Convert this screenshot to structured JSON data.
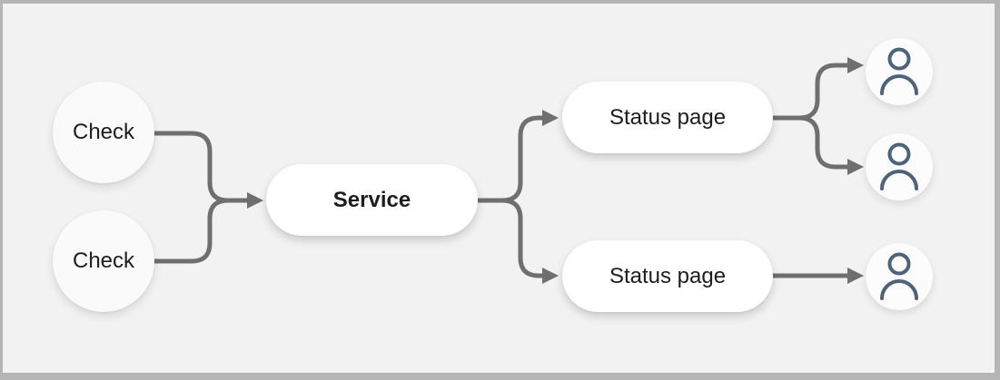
{
  "colors": {
    "background": "#f2f2f2",
    "frame": "#b5b5b5",
    "node-fill": "#ffffff",
    "check-fill": "#fafafa",
    "user-fill": "#fcfcfc",
    "arrow": "#6f6f6f",
    "text": "#1d1d1d",
    "person-icon": "#4d6379"
  },
  "nodes": {
    "check1": {
      "label": "Check"
    },
    "check2": {
      "label": "Check"
    },
    "service": {
      "label": "Service"
    },
    "status1": {
      "label": "Status page"
    },
    "status2": {
      "label": "Status page"
    }
  },
  "users": [
    {
      "icon": "user-icon"
    },
    {
      "icon": "user-icon"
    },
    {
      "icon": "user-icon"
    }
  ]
}
